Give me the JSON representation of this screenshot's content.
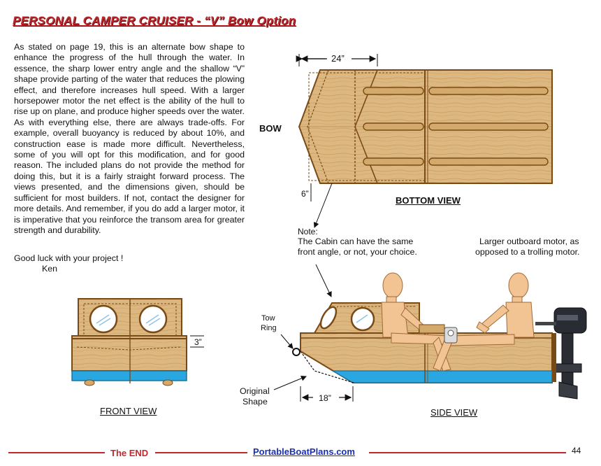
{
  "title": "PERSONAL CAMPER CRUISER  -  “V” Bow Option",
  "body": "As stated on page 19, this is an alternate bow shape to enhance the progress of the hull through the water. In essence, the sharp lower entry angle and the shallow “V” shape provide parting of the water that reduces the plowing effect, and therefore increases hull speed. With a larger horsepower motor the net effect is the ability of the hull to rise up on plane, and produce higher speeds over the water. As with everything else, there are always trade-offs. For example, overall buoyancy is reduced by about 10%, and  construction ease is made more difficult. Nevertheless, some of you will opt for this modification, and for good reason. The included plans do not provide the method for doing this, but it is a fairly straight forward process. The views presented, and the dimensions given, should be sufficient for most builders. If not, contact the designer for more details. And remember, if you do add a larger motor, it is imperative that you reinforce the transom area for greater strength and durability.",
  "closing": "Good luck with your project !",
  "signature": "Ken",
  "labels": {
    "dim_24": "24”",
    "bow": "BOW",
    "dim_6": "6”",
    "bottom_view": "BOTTOM VIEW",
    "note_title": "Note:",
    "note_line1": "The Cabin can have the same",
    "note_line2": "front angle, or not, your choice.",
    "motor_line1": "Larger outboard motor, as",
    "motor_line2": "opposed to a trolling motor.",
    "tow_line1": "Tow",
    "tow_line2": "Ring",
    "dim_3": "3”",
    "orig_line1": "Original",
    "orig_line2": "Shape",
    "dim_18": "18”",
    "front_view": "FRONT VIEW",
    "side_view": "SIDE VIEW"
  },
  "footer": {
    "end": "The END",
    "link": "PortableBoatPlans.com",
    "page": "44"
  },
  "colors": {
    "title_red": "#c0282d",
    "wood": "#d9b57c",
    "wood_dark": "#8a5a20",
    "water": "#2aa6e0",
    "link_blue": "#1a2fb0"
  }
}
